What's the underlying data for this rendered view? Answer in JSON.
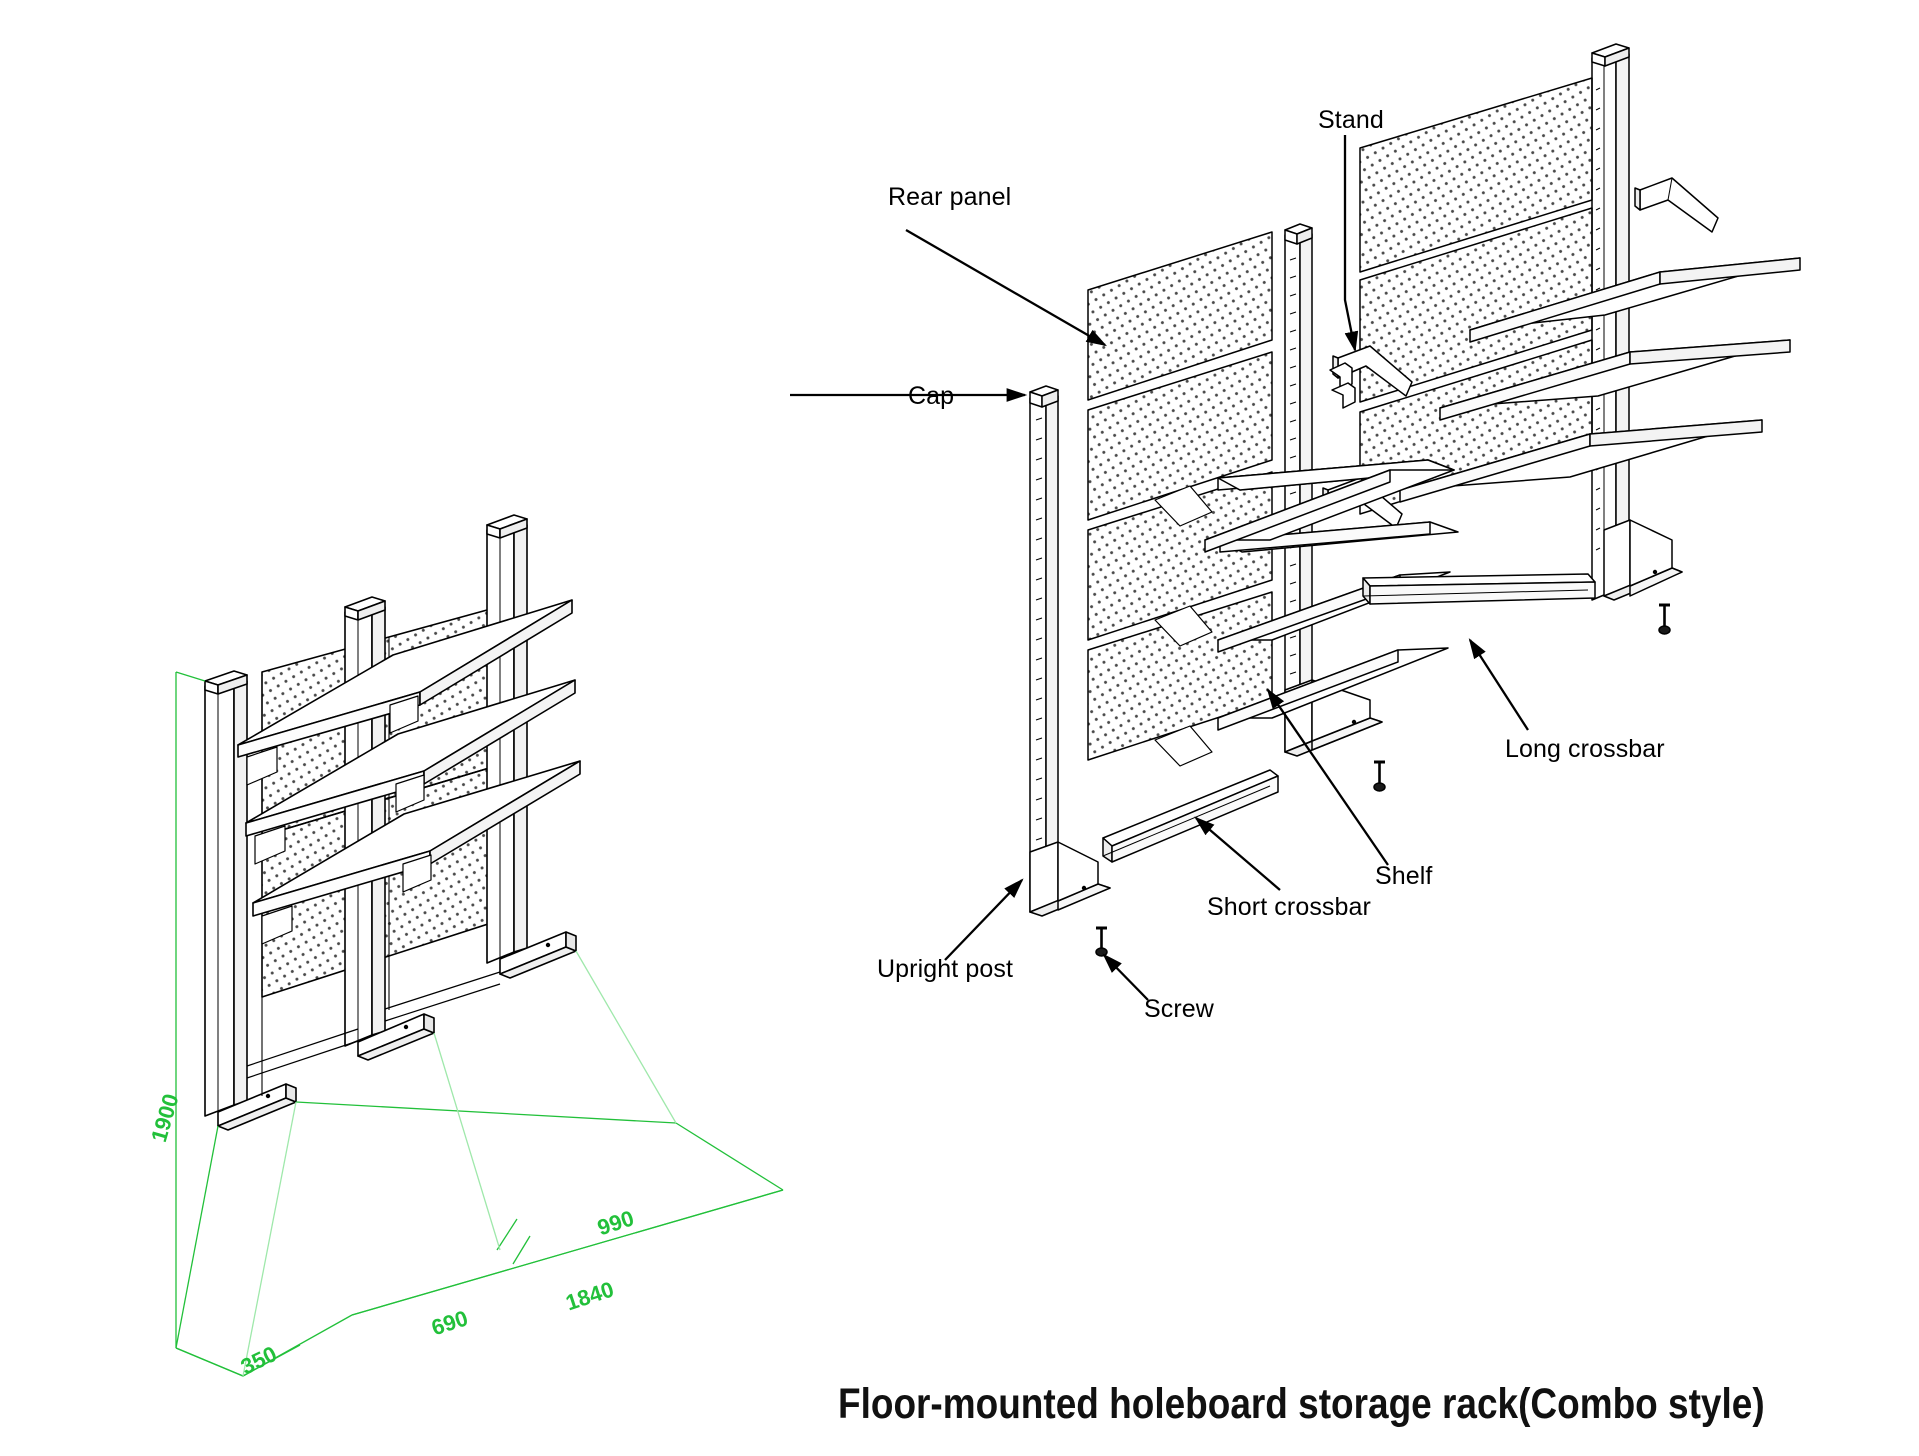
{
  "title": "Floor-mounted holeboard storage rack(Combo style)",
  "callouts": [
    {
      "id": "stand",
      "label": "Stand"
    },
    {
      "id": "rear-panel",
      "label": "Rear panel"
    },
    {
      "id": "cap",
      "label": "Cap"
    },
    {
      "id": "upright-post",
      "label": "Upright post"
    },
    {
      "id": "screw",
      "label": "Screw"
    },
    {
      "id": "short-crossbar",
      "label": "Short crossbar"
    },
    {
      "id": "shelf",
      "label": "Shelf"
    },
    {
      "id": "long-crossbar",
      "label": "Long crossbar"
    }
  ],
  "dimensions": {
    "height": "1900",
    "depth": "350",
    "bay_right": "990",
    "bay_left": "690",
    "total_width": "1840"
  },
  "colors": {
    "dimension_green": "#22c03a",
    "line_black": "#000000",
    "fill_white": "#ffffff",
    "perforation_grey": "#555555"
  },
  "views": {
    "assembled": "assembled-isometric-view",
    "exploded": "exploded-isometric-view"
  }
}
